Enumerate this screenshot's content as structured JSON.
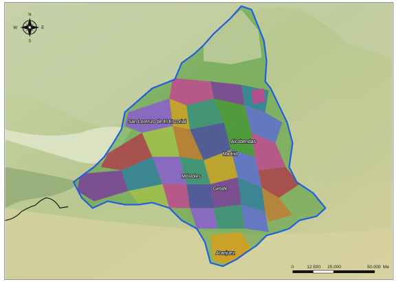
{
  "colors": {
    "terrain_base": "#bccb9a",
    "terrain_plain": "#d9d2a2",
    "terrain_dark": "#6f8f63",
    "terrain_light": "#e9edd8",
    "boundary": "#1a5fe0",
    "outer_border": "#111111",
    "municipalities": [
      "#7a3f9a",
      "#4f9a3a",
      "#c04a8f",
      "#2f7f9a",
      "#8a5fcf",
      "#d0a020",
      "#3a8f7a",
      "#b03a4a",
      "#5f6fd0",
      "#9fc04a",
      "#c07a30",
      "#4a4fa0"
    ]
  },
  "compass": {
    "icon": "compass-rose-icon",
    "n": "N",
    "s": "S",
    "e": "E",
    "w": "W"
  },
  "places": [
    {
      "id": "madrid",
      "name": "Madrid"
    },
    {
      "id": "alcobendas",
      "name": "Alcobendas"
    },
    {
      "id": "getafe",
      "name": "Getafe"
    },
    {
      "id": "mostoles",
      "name": "Móstoles"
    },
    {
      "id": "escorial",
      "name": "San Lorenzo de El Escorial"
    },
    {
      "id": "aranjuez",
      "name": "Aranjuez"
    }
  ],
  "scale_bar": {
    "ticks": [
      "0",
      "12.500",
      "25.000",
      "50.000"
    ],
    "unit": "Me"
  }
}
